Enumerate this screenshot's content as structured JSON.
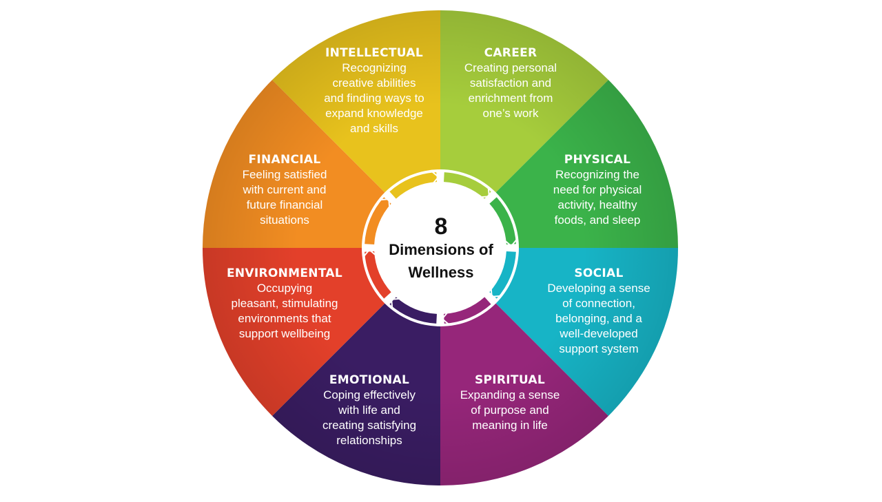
{
  "center": {
    "number": "8",
    "line1": "Dimensions of",
    "line2": "Wellness"
  },
  "dimensions": [
    {
      "title": "CAREER",
      "description": [
        "Creating personal",
        "satisfaction and",
        "enrichment from",
        "one’s work"
      ],
      "color": "#a6cd3c"
    },
    {
      "title": "PHYSICAL",
      "description": [
        "Recognizing the",
        "need for physical",
        "activity, healthy",
        "foods, and sleep"
      ],
      "color": "#3bb34a"
    },
    {
      "title": "SOCIAL",
      "description": [
        "Developing a sense",
        "of connection,",
        "belonging, and a",
        "well-developed",
        "support system"
      ],
      "color": "#17b4c6"
    },
    {
      "title": "SPIRITUAL",
      "description": [
        "Expanding a sense",
        "of purpose and",
        "meaning in life"
      ],
      "color": "#96267a"
    },
    {
      "title": "EMOTIONAL",
      "description": [
        "Coping effectively",
        "with life and",
        "creating satisfying",
        "relationships"
      ],
      "color": "#3a1d63"
    },
    {
      "title": "ENVIRONMENTAL",
      "description": [
        "Occupying",
        "pleasant, stimulating",
        "environments that",
        "support wellbeing"
      ],
      "color": "#e3402a"
    },
    {
      "title": "FINANCIAL",
      "description": [
        "Feeling satisfied",
        "with current and",
        "future financial",
        "situations"
      ],
      "color": "#f28d22"
    },
    {
      "title": "INTELLECTUAL",
      "description": [
        "Recognizing",
        "creative abilities",
        "and finding ways to",
        "expand knowledge",
        "and skills"
      ],
      "color": "#e8c21d"
    }
  ]
}
